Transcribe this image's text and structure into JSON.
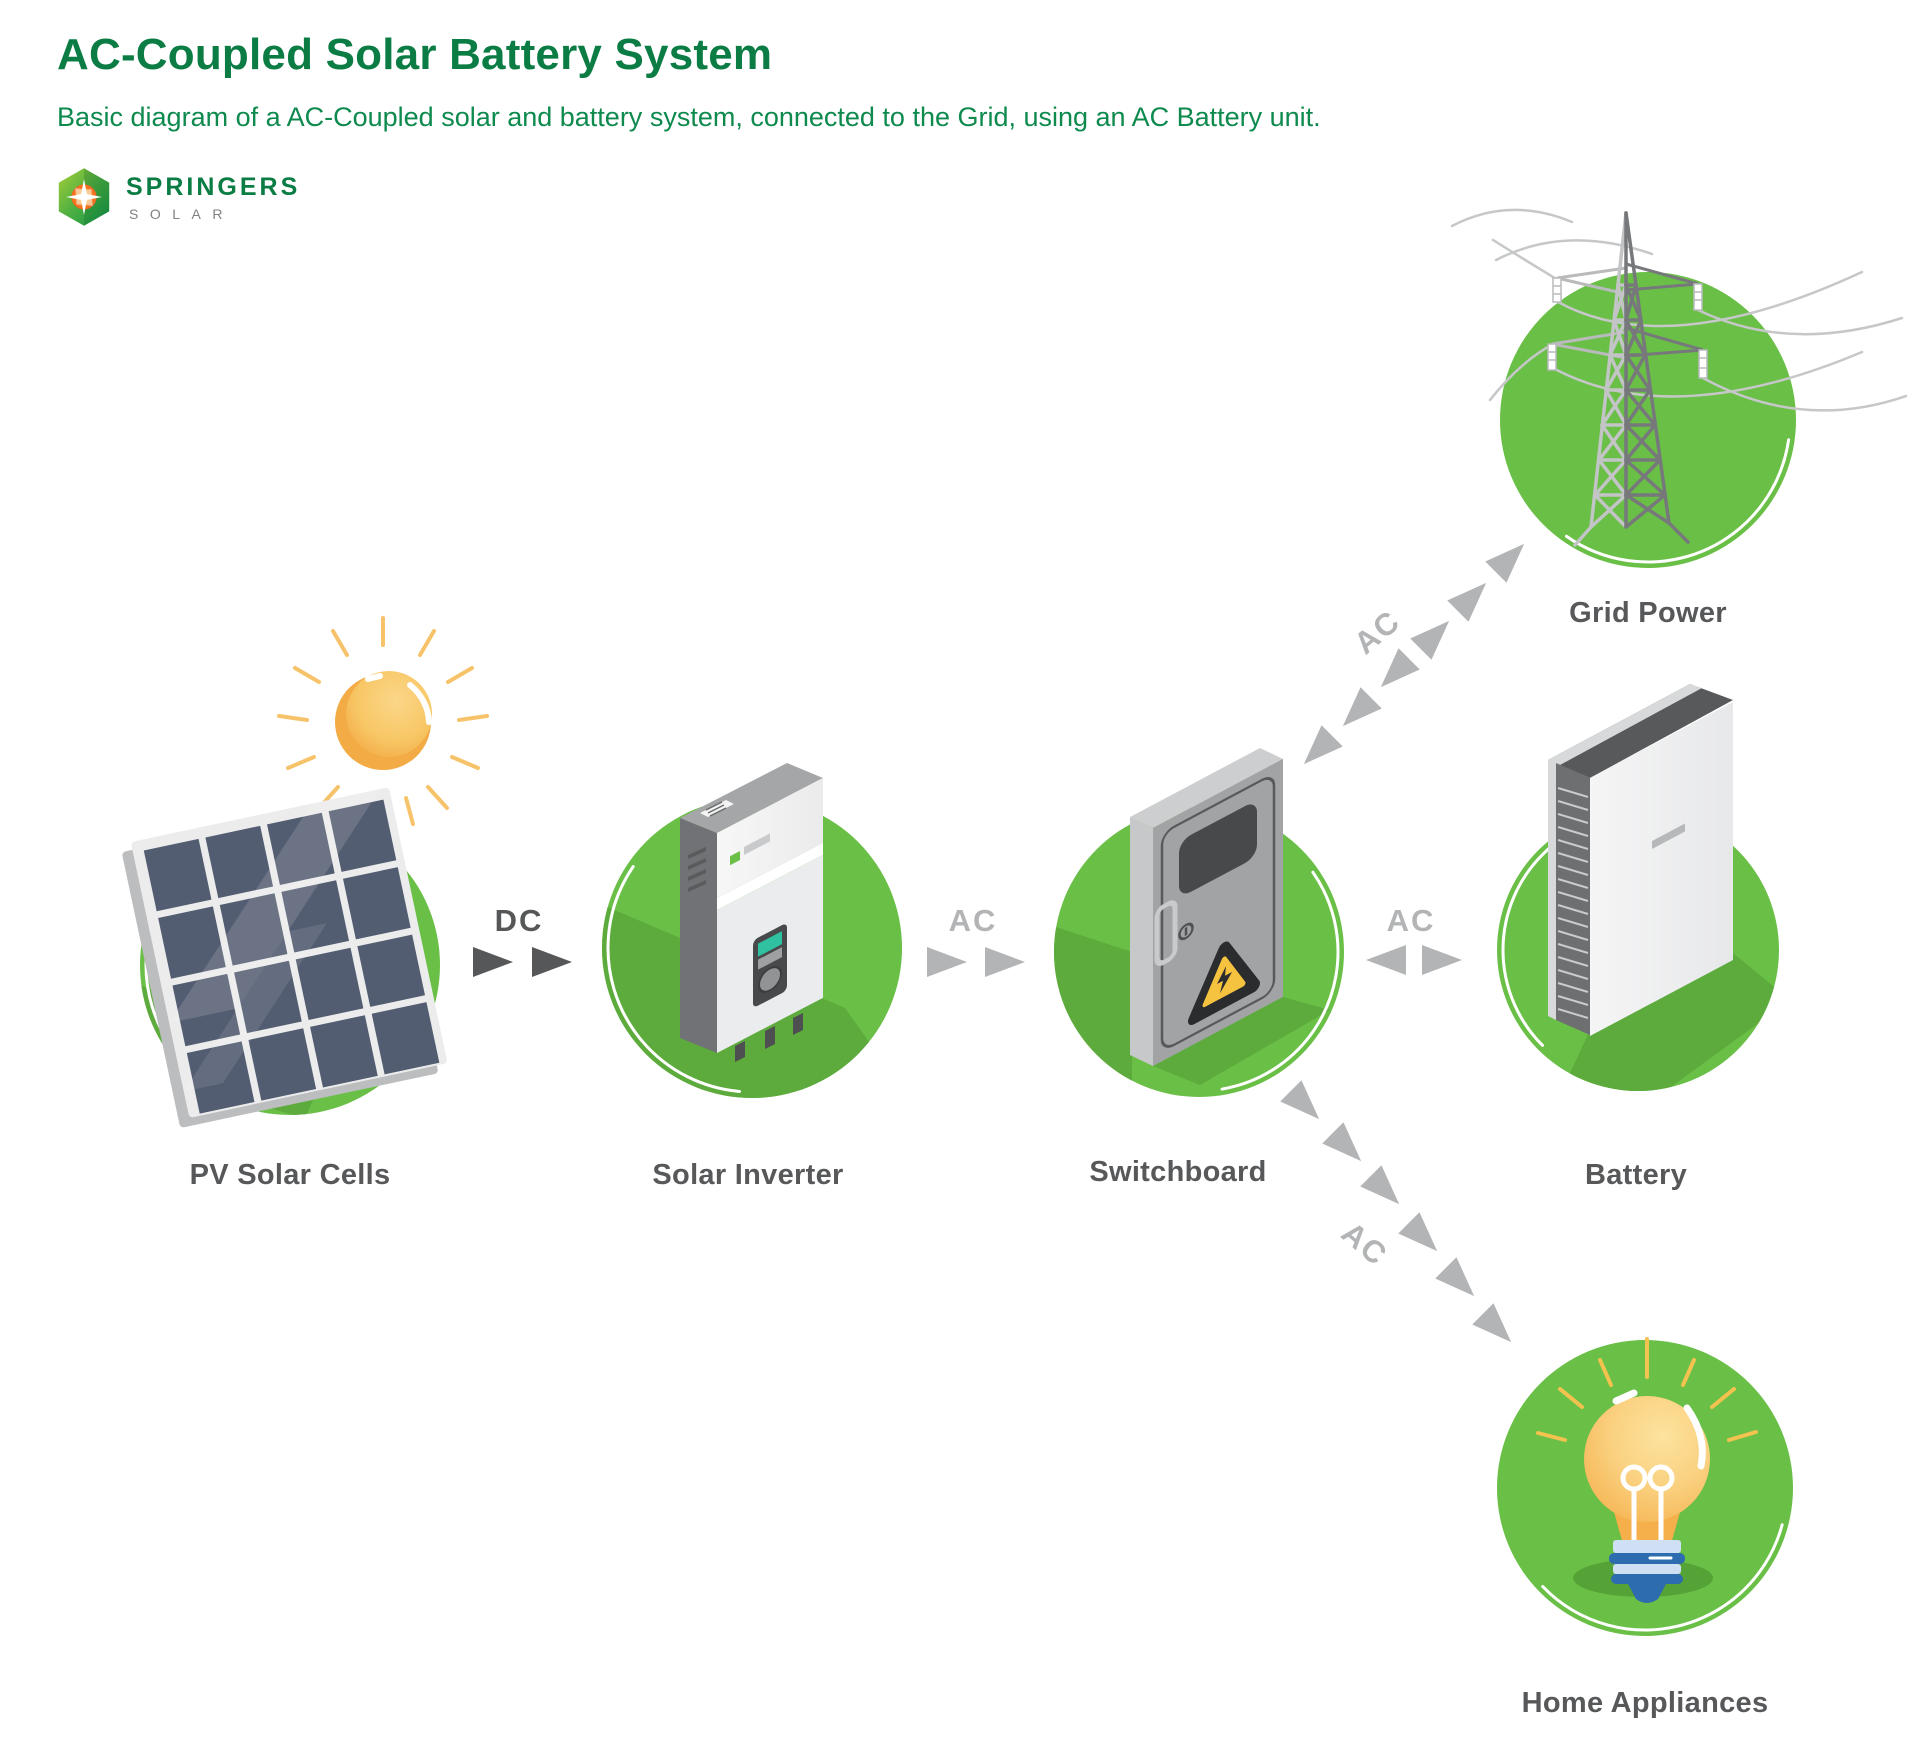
{
  "header": {
    "title": "AC-Coupled Solar Battery System",
    "subtitle": "Basic diagram of a AC-Coupled solar and battery system, connected to the Grid, using an AC Battery unit."
  },
  "logo": {
    "brand": "SPRINGERS",
    "sub_brand": "SOLAR"
  },
  "nodes": {
    "pv": {
      "label": "PV Solar Cells"
    },
    "inverter": {
      "label": "Solar Inverter"
    },
    "switchboard": {
      "label": "Switchboard"
    },
    "battery": {
      "label": "Battery"
    },
    "grid": {
      "label": "Grid Power"
    },
    "home": {
      "label": "Home Appliances"
    }
  },
  "links": {
    "pv_to_inverter": {
      "label": "DC",
      "direction": "one-way-right"
    },
    "inverter_to_switchboard": {
      "label": "AC",
      "direction": "one-way-right"
    },
    "switchboard_battery": {
      "label": "AC",
      "direction": "two-way"
    },
    "switchboard_grid": {
      "label": "AC",
      "direction": "two-way"
    },
    "switchboard_home": {
      "label": "AC",
      "direction": "one-way-down"
    }
  },
  "colors": {
    "circle_green": "#6abf47",
    "circle_shadow_green": "#5cab3c",
    "title_green": "#0b7d44",
    "subtitle_green": "#0e8a4e",
    "label_gray": "#58595b",
    "ac_arrow_gray": "#b3b4b6",
    "dc_arrow_gray": "#565758",
    "sun_yellow": "#f8c766",
    "warning_yellow": "#f5c33f",
    "bulb_yellow": "#f9cd79",
    "bulb_base_blue": "#2e6cb0",
    "logo_orange": "#f7941e"
  }
}
